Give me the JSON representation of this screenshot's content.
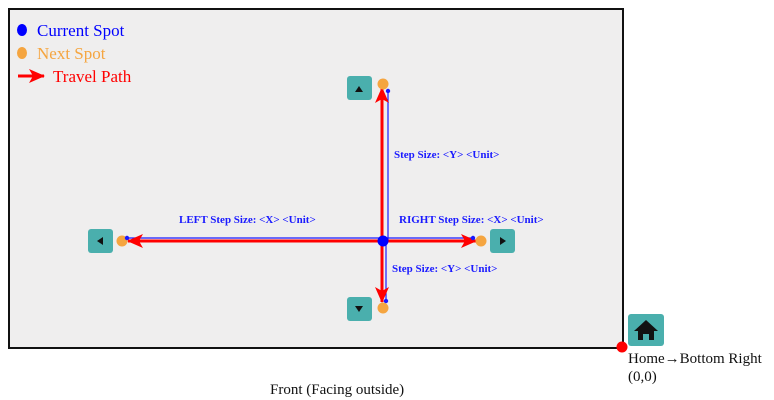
{
  "legend": {
    "current_spot": "Current Spot",
    "next_spot": "Next Spot",
    "travel_path": "Travel Path"
  },
  "labels": {
    "up_step": "Step Size: <Y> <Unit>",
    "down_step": "Step Size: <Y> <Unit>",
    "left_step": "LEFT Step Size: <X> <Unit>",
    "right_step": "RIGHT Step Size: <X> <Unit>"
  },
  "home": {
    "label": "Home→Bottom Right",
    "coords": "(0,0)",
    "icon": "home-icon"
  },
  "footer": "Front (Facing outside)",
  "colors": {
    "current": "#0000ff",
    "next": "#f5a540",
    "path": "#ff0000",
    "button": "#4aafad",
    "area": "#efeeee"
  }
}
